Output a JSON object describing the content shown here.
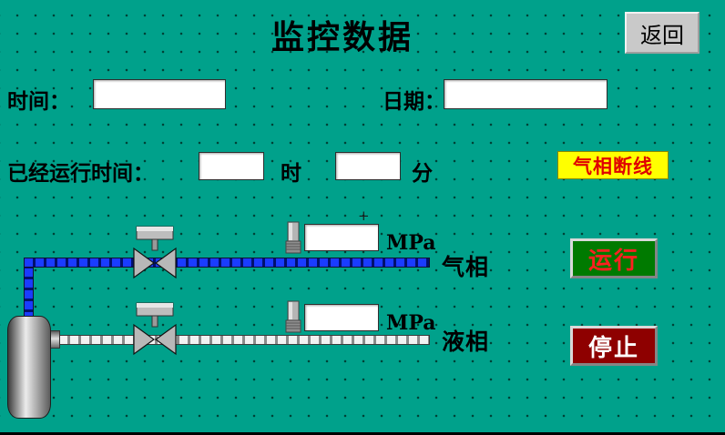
{
  "title": "监控数据",
  "header": {
    "back_label": "返回"
  },
  "time_row": {
    "time_label": "时间：",
    "time_value": "",
    "date_label": "日期：",
    "date_value": ""
  },
  "runtime_row": {
    "label": "已经运行时间：",
    "hours_value": "",
    "hours_unit": "时",
    "minutes_value": "",
    "minutes_unit": "分"
  },
  "alarm": {
    "label": "气相断线"
  },
  "gas_line": {
    "plus_mark": "+",
    "pressure_value": "",
    "unit": "MPa",
    "label": "气相"
  },
  "liquid_line": {
    "pressure_value": "",
    "unit": "MPa",
    "label": "液相"
  },
  "controls": {
    "run_label": "运行",
    "stop_label": "停止"
  },
  "colors": {
    "background": "#00a18b",
    "alarm_bg": "#ffff00",
    "alarm_fg": "#e00000",
    "run_bg": "#007a00",
    "run_fg": "#ff2020",
    "stop_bg": "#8e0000",
    "stop_fg": "#ffffff",
    "gas_pipe": "#1a3cff",
    "liquid_pipe": "#f2f2f2",
    "button_face": "#c9c9c9"
  }
}
